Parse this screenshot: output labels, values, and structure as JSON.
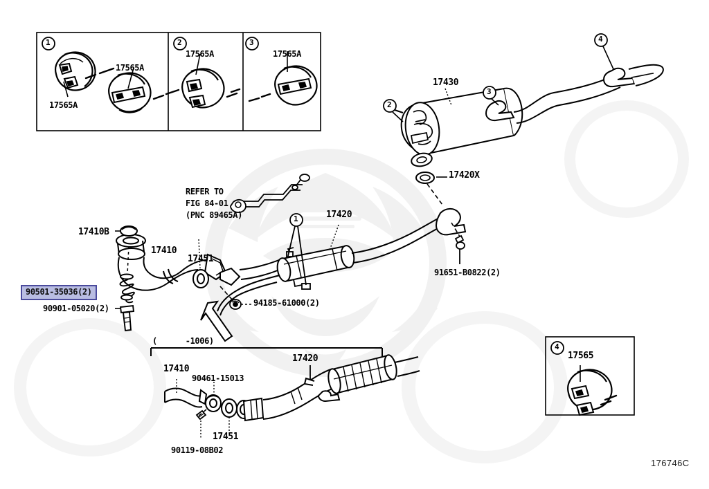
{
  "diagram": {
    "code": "176746C",
    "title": "Exhaust System Parts Diagram",
    "highlight_color": "#b9bde2",
    "highlight_border_color": "#4a4a9c",
    "line_color": "#000000",
    "watermark_color": "#f2f2f2"
  },
  "detail_boxes": [
    {
      "callout": "1",
      "labels": [
        "17565A",
        "17565A"
      ]
    },
    {
      "callout": "2",
      "labels": [
        "17565A"
      ]
    },
    {
      "callout": "3",
      "labels": [
        "17565A"
      ]
    }
  ],
  "detail_box_4": {
    "callout": "4",
    "label": "17565"
  },
  "muffler_group": {
    "muffler": "17430",
    "gasket": "17420X",
    "callout_rear_hanger": "2",
    "callout_mid_hanger": "3",
    "callout_tail_hanger": "4"
  },
  "center_group": {
    "refer_note": [
      "REFER TO",
      "FIG 84-01",
      "(PNC 89465A)"
    ],
    "front_pipe_gasket": "17410B",
    "front_pipe": "17410",
    "ring_gasket": "17451",
    "spring_highlighted": "90501-35036(2)",
    "bolt": "90901-05020(2)",
    "center_pipe": "17420",
    "nut": "94185-61000(2)",
    "bolt_rear": "91651-B0822(2)",
    "callout_center": "1"
  },
  "lower_group": {
    "range_note": "(      -1006)",
    "front_pipe": "17410",
    "seal": "90461-15013",
    "ring_gasket": "17451",
    "bolt": "90119-08B02",
    "converter": "17420"
  }
}
